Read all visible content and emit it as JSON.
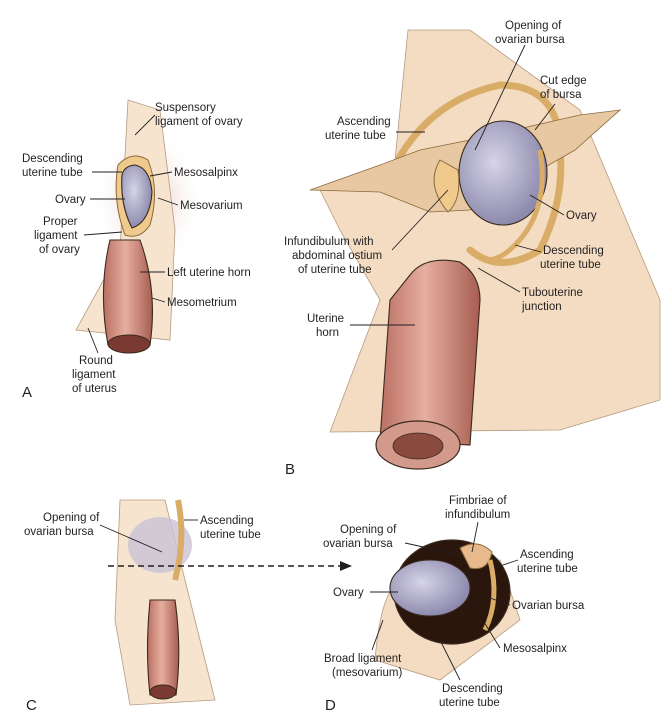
{
  "panels": {
    "a": {
      "letter": "A",
      "labels": {
        "suspensory_ligament": [
          "Suspensory",
          "ligament of ovary"
        ],
        "descending_tube": [
          "Descending",
          "uterine tube"
        ],
        "mesosalpinx": "Mesosalpinx",
        "ovary": "Ovary",
        "mesovarium": "Mesovarium",
        "proper_ligament": [
          "Proper",
          "ligament",
          "of ovary"
        ],
        "left_uterine_horn": "Left uterine horn",
        "mesometrium": "Mesometrium",
        "round_ligament": [
          "Round",
          "ligament",
          "of uterus"
        ]
      }
    },
    "b": {
      "letter": "B",
      "labels": {
        "opening_bursa": [
          "Opening of",
          "ovarian bursa"
        ],
        "cut_edge": [
          "Cut edge",
          "of bursa"
        ],
        "ascending_tube": [
          "Ascending",
          "uterine tube"
        ],
        "ovary": "Ovary",
        "infundibulum": [
          "Infundibulum with",
          "abdominal ostium",
          "of uterine tube"
        ],
        "descending_tube": [
          "Descending",
          "uterine tube"
        ],
        "tubouterine": [
          "Tubouterine",
          "junction"
        ],
        "uterine_horn": [
          "Uterine",
          "horn"
        ]
      }
    },
    "c": {
      "letter": "C",
      "labels": {
        "opening_bursa": [
          "Opening of",
          "ovarian bursa"
        ],
        "ascending_tube": [
          "Ascending",
          "uterine tube"
        ]
      }
    },
    "d": {
      "letter": "D",
      "labels": {
        "fimbriae": [
          "Fimbriae of",
          "infundibulum"
        ],
        "opening_bursa": [
          "Opening of",
          "ovarian bursa"
        ],
        "ascending_tube": [
          "Ascending",
          "uterine tube"
        ],
        "ovary": "Ovary",
        "ovarian_bursa": "Ovarian bursa",
        "mesosalpinx": "Mesosalpinx",
        "broad_ligament": [
          "Broad ligament",
          "(mesovarium)"
        ],
        "descending_tube": [
          "Descending",
          "uterine tube"
        ]
      }
    }
  },
  "colors": {
    "uterus": "#c98a7c",
    "uterus_dark": "#8a4a3e",
    "ovary": "#a7a6c2",
    "tube": "#e0b979",
    "ligament": "#f1d5b5",
    "bursa_dark": "#2a160c"
  }
}
